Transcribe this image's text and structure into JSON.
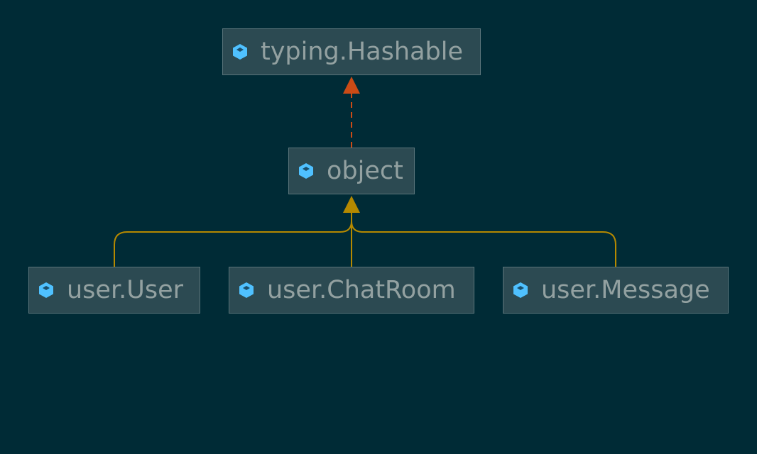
{
  "diagram": {
    "nodes": {
      "hashable": {
        "label": "typing.Hashable",
        "icon": "class-icon"
      },
      "object": {
        "label": "object",
        "icon": "class-icon"
      },
      "user": {
        "label": "user.User",
        "icon": "class-icon"
      },
      "chatroom": {
        "label": "user.ChatRoom",
        "icon": "class-icon"
      },
      "message": {
        "label": "user.Message",
        "icon": "class-icon"
      }
    },
    "edges": [
      {
        "from": "object",
        "to": "hashable",
        "style": "dashed",
        "color": "#cb4b16"
      },
      {
        "from": "user",
        "to": "object",
        "style": "solid",
        "color": "#b58900"
      },
      {
        "from": "chatroom",
        "to": "object",
        "style": "solid",
        "color": "#b58900"
      },
      {
        "from": "message",
        "to": "object",
        "style": "solid",
        "color": "#b58900"
      }
    ]
  },
  "colors": {
    "background": "#002b36",
    "node_fill": "#2c4a52",
    "node_border": "#5a747a",
    "label_text": "#93a1a1",
    "icon": "#4fc1ff",
    "inheritance_edge": "#b58900",
    "implements_edge": "#cb4b16"
  }
}
